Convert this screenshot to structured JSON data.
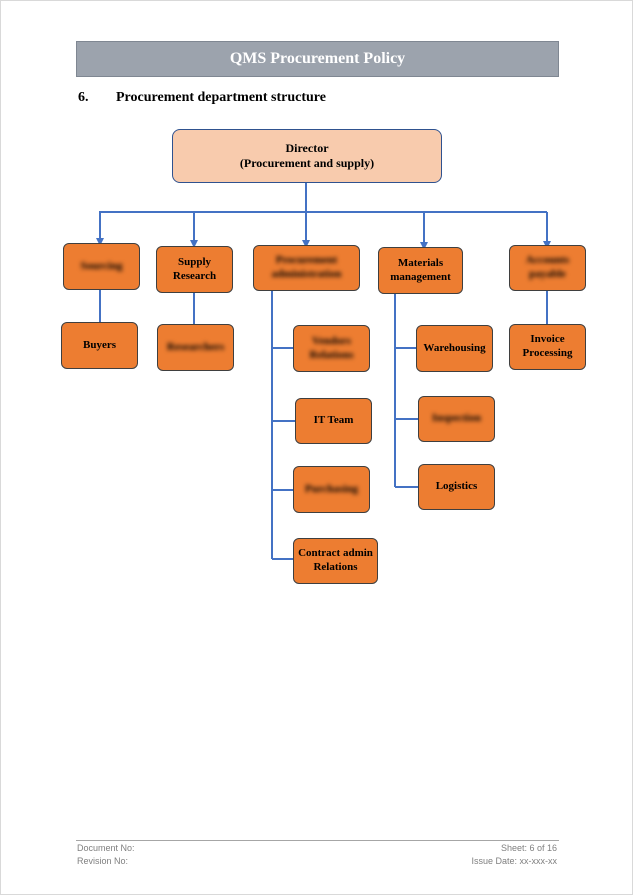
{
  "header": {
    "title": "QMS Procurement Policy"
  },
  "section": {
    "number": "6.",
    "title": "Procurement department structure"
  },
  "org_chart": {
    "director": {
      "title": "Director",
      "subtitle": "(Procurement and supply)"
    },
    "sourcing": {
      "label": "Sourcing"
    },
    "buyers": {
      "label": "Buyers"
    },
    "supply_research": {
      "line1": "Supply",
      "line2": "Research"
    },
    "researchers": {
      "label": "Researchers"
    },
    "proc_admin": {
      "line1": "Procurement",
      "line2": "administration"
    },
    "vendors_relations": {
      "line1": "Vendors",
      "line2": "Relations"
    },
    "it_team": {
      "label": "IT Team"
    },
    "purchasing": {
      "label": "Purchasing"
    },
    "contract_admin": {
      "line1": "Contract admin",
      "line2": "Relations"
    },
    "materials_mgmt": {
      "line1": "Materials",
      "line2": "management"
    },
    "warehousing": {
      "label": "Warehousing"
    },
    "inspection": {
      "label": "Inspection"
    },
    "logistics": {
      "label": "Logistics"
    },
    "accounts_payable": {
      "line1": "Accounts",
      "line2": "payable"
    },
    "invoice_processing": {
      "line1": "Invoice",
      "line2": "Processing"
    }
  },
  "colors": {
    "header_bg": "#9ca3ad",
    "node_fill": "#ed7d31",
    "director_fill": "#f8cbad",
    "connector": "#4472c4"
  },
  "footer": {
    "document_no_label": "Document No:",
    "revision_no_label": "Revision No:",
    "sheet": "Sheet: 6 of 16",
    "issue_date": "Issue Date: xx-xxx-xx"
  }
}
